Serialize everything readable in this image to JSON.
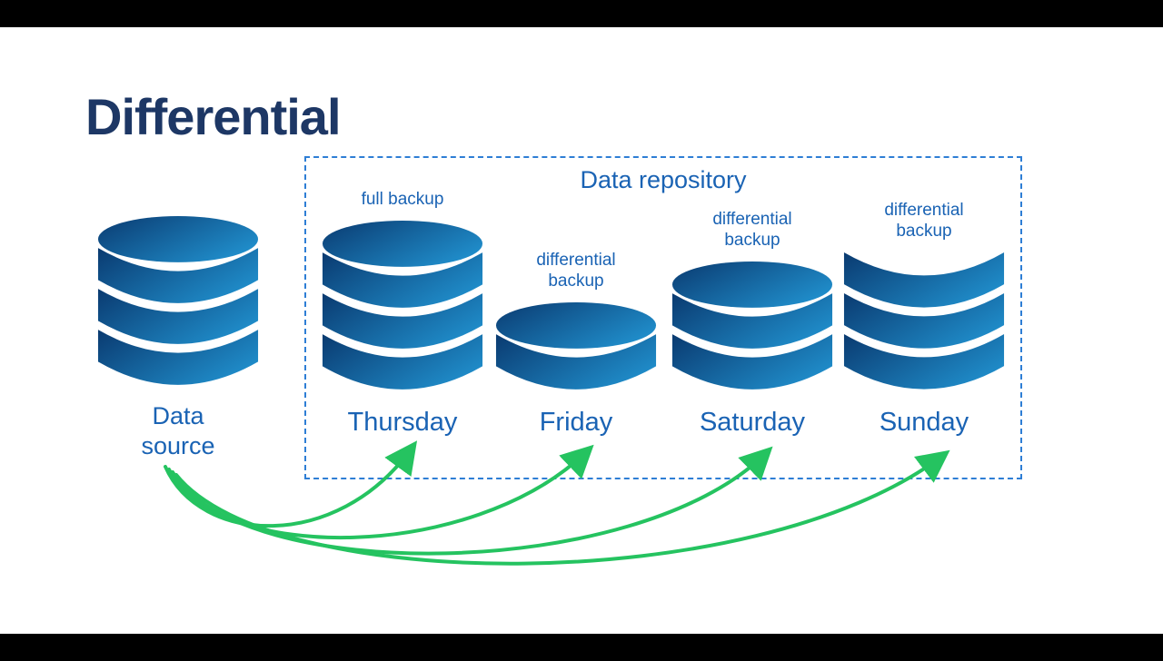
{
  "title": "Differential",
  "source": {
    "label": "Data source"
  },
  "repository": {
    "label": "Data repository"
  },
  "days": [
    {
      "name": "Thursday",
      "backup_label": "full backup"
    },
    {
      "name": "Friday",
      "backup_label": "differential backup"
    },
    {
      "name": "Saturday",
      "backup_label": "differential backup"
    },
    {
      "name": "Sunday",
      "backup_label": "differential backup"
    }
  ],
  "colors": {
    "title_navy": "#1d3765",
    "label_blue": "#1a63b4",
    "border_blue": "#2e7ed5",
    "arrow_green": "#25c360",
    "cylinder_dark": "#0a3a70",
    "cylinder_light": "#1f8bc8"
  }
}
